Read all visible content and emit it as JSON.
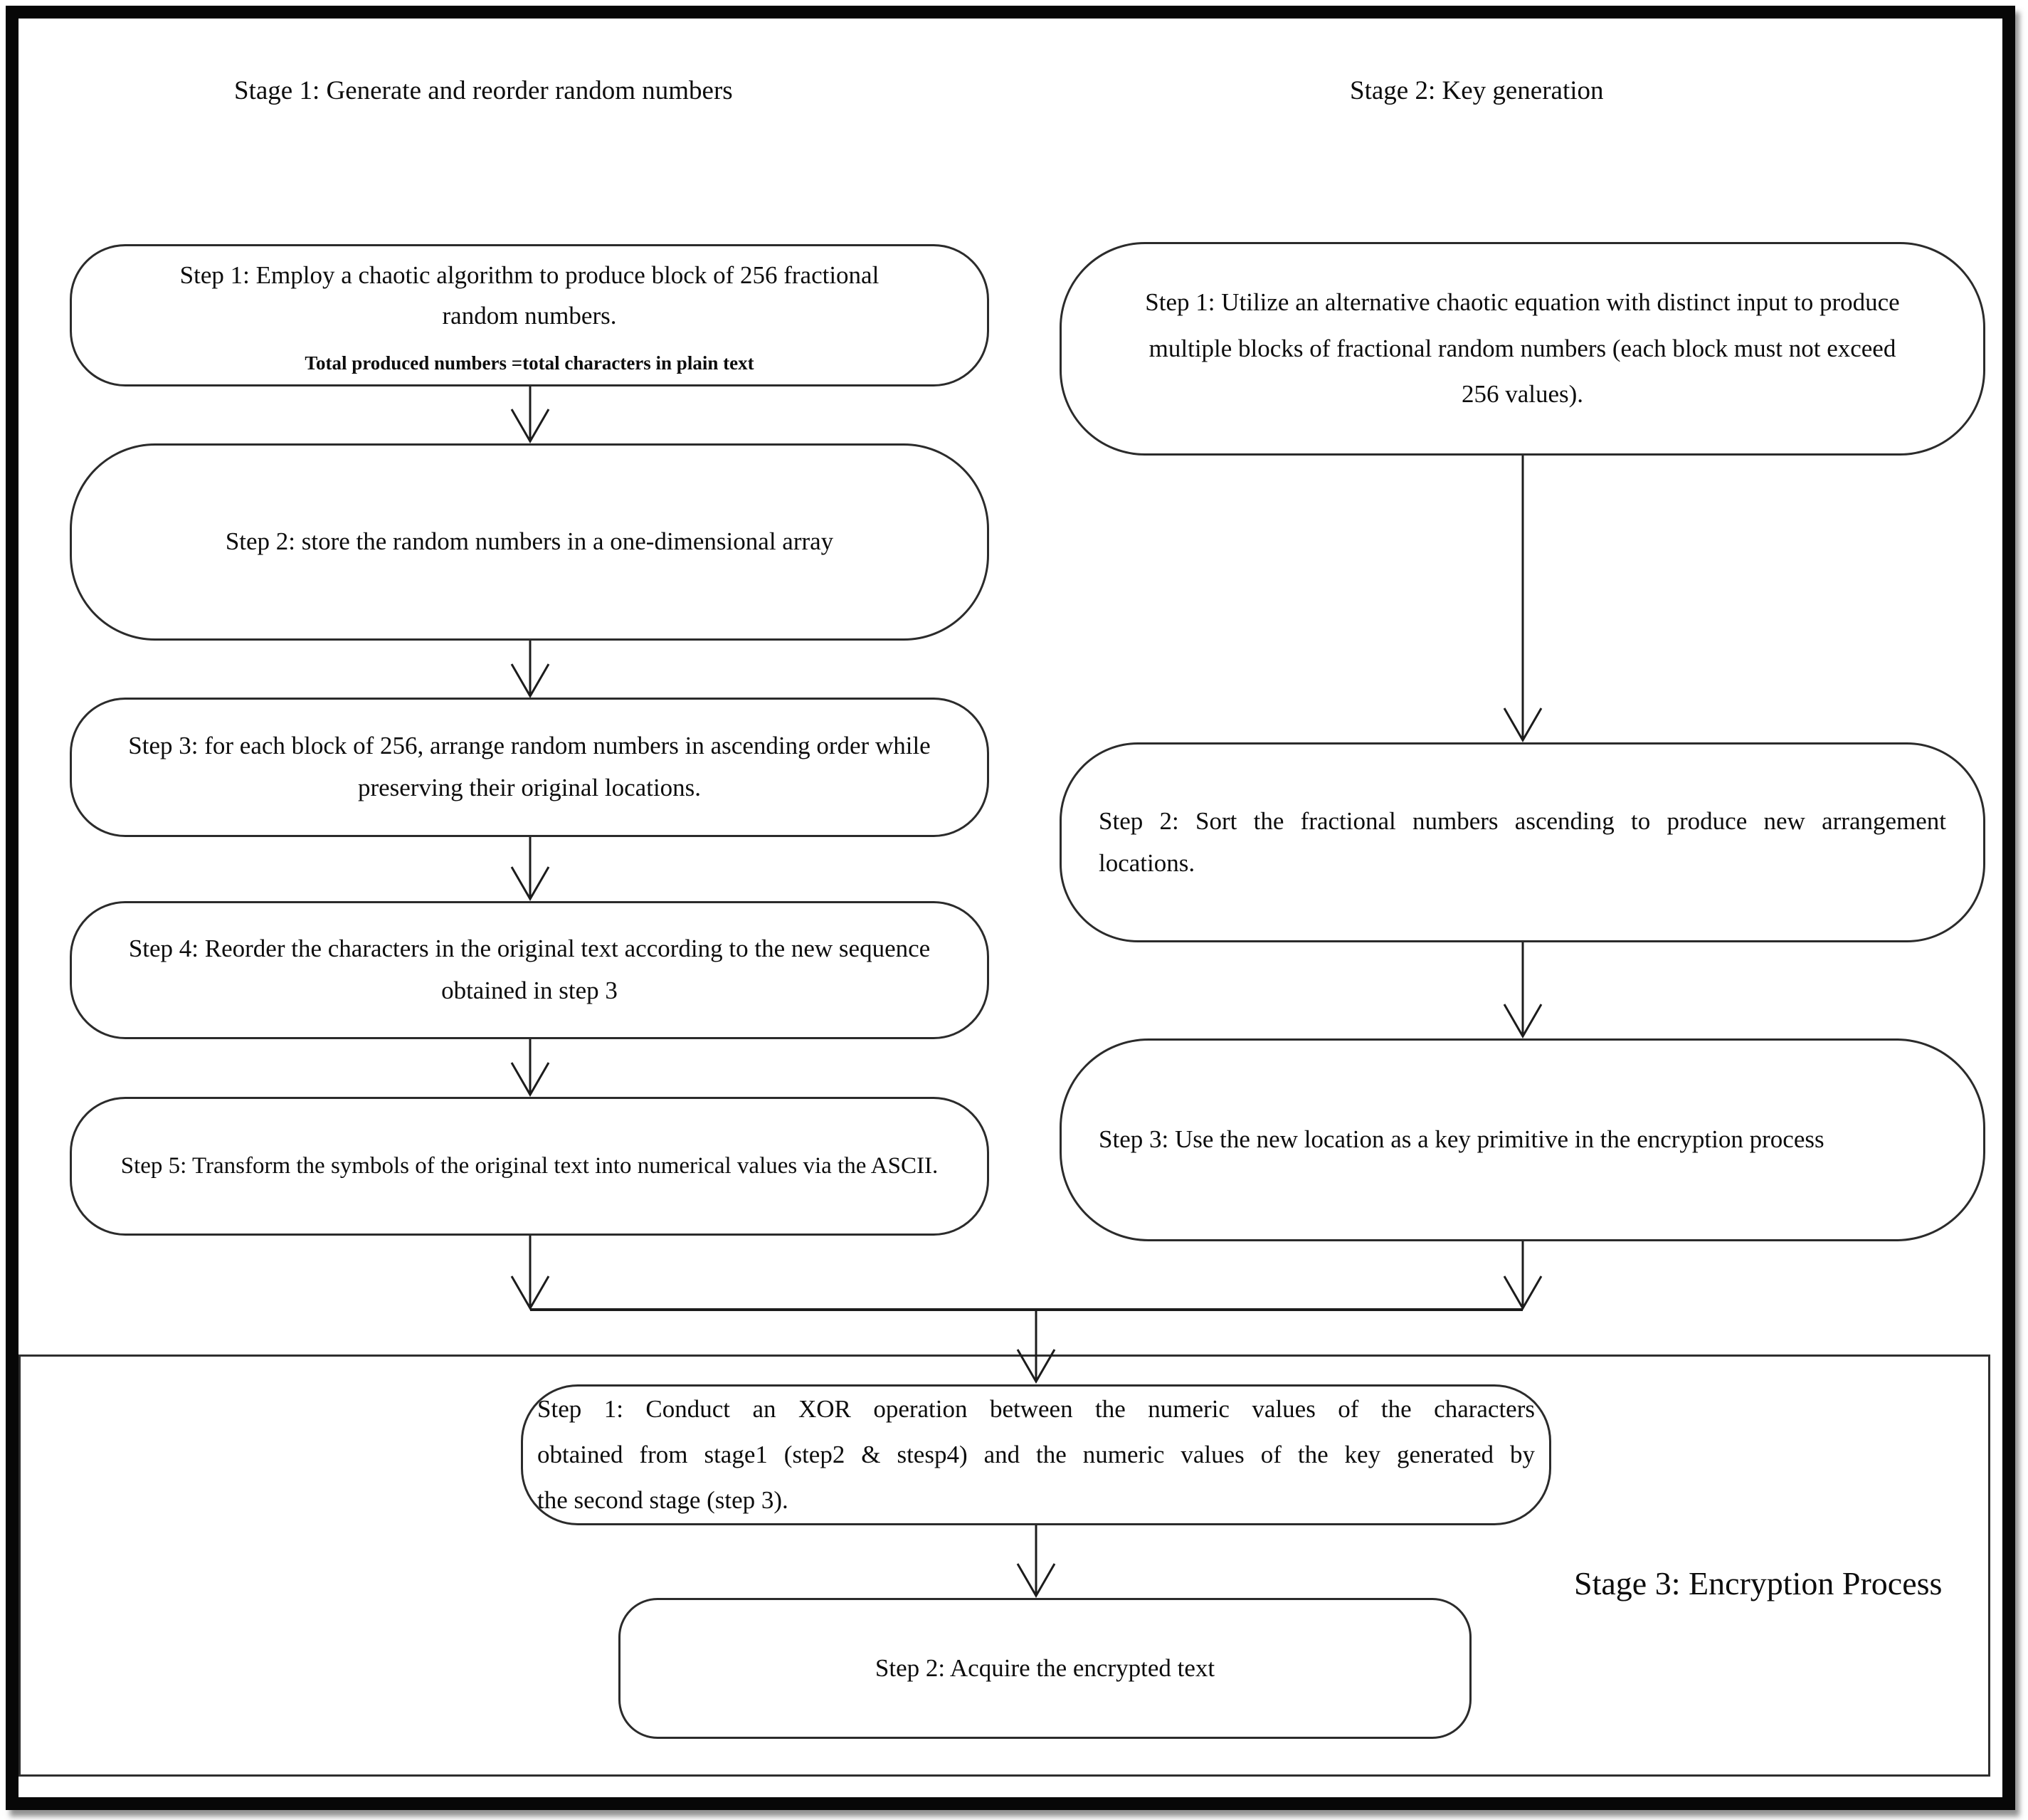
{
  "titles": {
    "stage1": "Stage 1: Generate and reorder random numbers",
    "stage2": "Stage 2: Key generation",
    "stage3": "Stage 3: Encryption Process"
  },
  "stage1_column": {
    "step1": {
      "line1": "Step 1: Employ a chaotic algorithm to produce block of 256 fractional",
      "line2": "random numbers.",
      "note": "Total produced numbers =total characters in plain text"
    },
    "step2": {
      "line1": "Step 2: store the random numbers in a one-dimensional array"
    },
    "step3": {
      "line1": "Step 3: for each block of 256, arrange random numbers in ascending order while",
      "line2": "preserving their original locations."
    },
    "step4": {
      "line1": "Step 4: Reorder the characters in the original text according to the new sequence",
      "line2": "obtained in step 3"
    },
    "step5": {
      "line1": "Step 5: Transform the symbols of the original text into numerical values via the ASCII."
    }
  },
  "stage2_column": {
    "step1": {
      "line1": "Step 1: Utilize an alternative chaotic equation with distinct input to produce",
      "line2": "multiple blocks of fractional random numbers (each block must not exceed",
      "line3": "256 values)."
    },
    "step2": {
      "line1": "Step 2: Sort the fractional numbers ascending to produce new arrangement",
      "line2": "locations."
    },
    "step3": {
      "line1": "Step 3: Use the new location as a key primitive in the encryption process"
    }
  },
  "stage3_section": {
    "step1": {
      "line1": "Step 1: Conduct an XOR operation between the numeric values of the characters",
      "line2": "obtained from stage1 (step2 & stesp4)  and the numeric values of the key generated by",
      "line3": "the second stage (step 3)."
    },
    "step2": {
      "line1": "Step 2: Acquire the encrypted text"
    }
  },
  "colors": {
    "ink": "#111111",
    "box_border": "#2b2b2b",
    "frame": "#070707",
    "background": "#ffffff"
  }
}
